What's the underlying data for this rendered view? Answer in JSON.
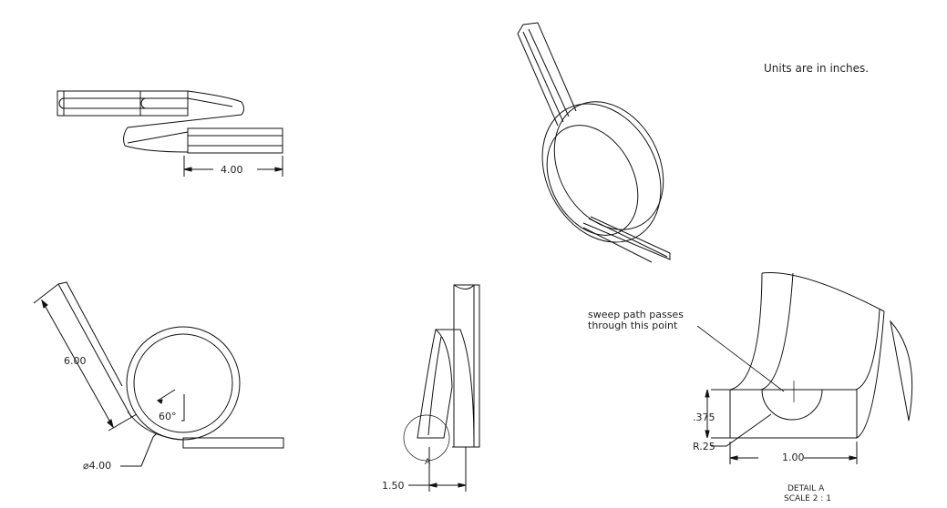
{
  "notes": {
    "units": "Units are in inches."
  },
  "top_view": {
    "length_dim": "4.00"
  },
  "front_view": {
    "leg_length_dim": "6.00",
    "angle_dim": "60°",
    "diameter_dim": "⌀4.00"
  },
  "side_view": {
    "width_dim": "1.50",
    "detail_marker": "A"
  },
  "detail_view": {
    "callout_line1": "sweep path passes",
    "callout_line2": "through this point",
    "height_dim": ".375",
    "radius_dim": "R.25",
    "width_dim": "1.00",
    "title": "DETAIL A",
    "scale": "SCALE 2 : 1"
  }
}
